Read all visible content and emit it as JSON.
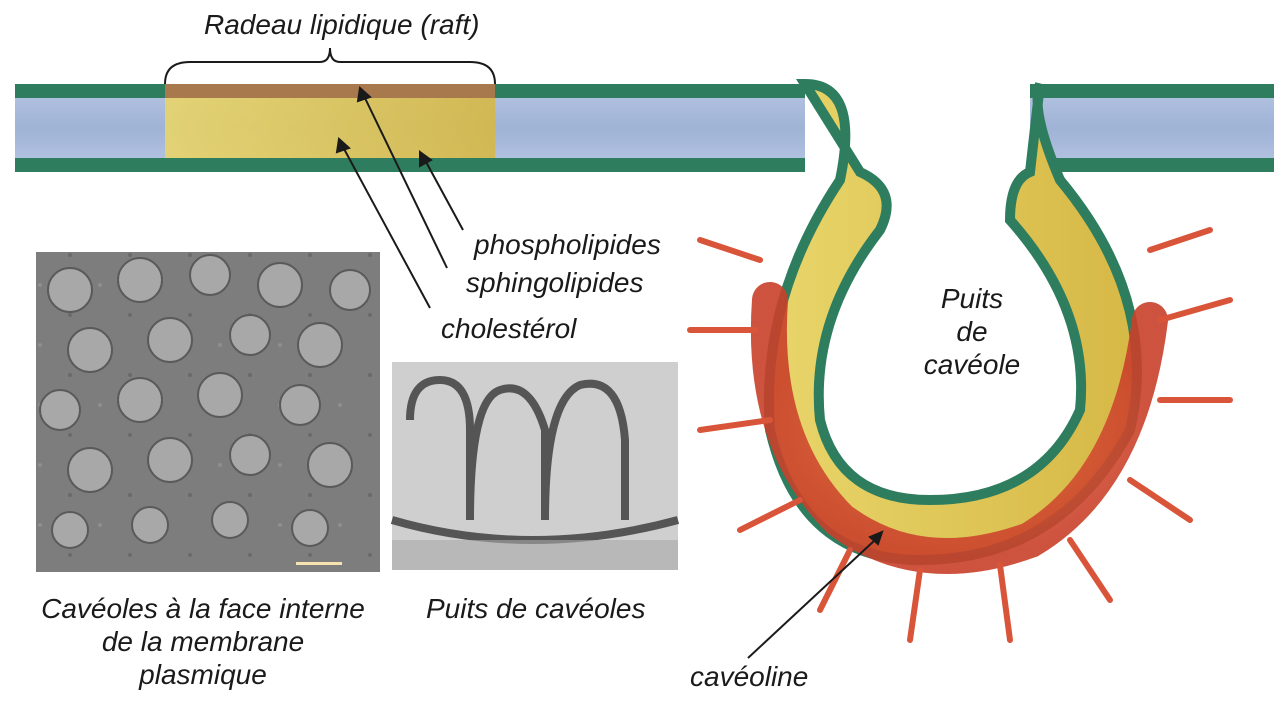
{
  "labels": {
    "raft": "Radeau lipidique (raft)",
    "phospholipids": "phospholipides",
    "sphingolipids": "sphingolipides",
    "cholesterol": "cholestérol",
    "pit_line1": "Puits",
    "pit_line2": "de",
    "pit_line3": "cavéole",
    "caveolin": "cavéoline"
  },
  "captions": {
    "micrograph_left_line1": "Cavéoles à la face interne",
    "micrograph_left_line2": "de la membrane",
    "micrograph_left_line3": "plasmique",
    "micrograph_right": "Puits de cavéoles"
  },
  "colors": {
    "headgroup": "#2e7d5e",
    "tail": "#9aa7c9",
    "raft_tail": "#d8c55a",
    "raft_head": "#c8784a",
    "caveolin": "#e0512e",
    "micrograph_bg": "#7c7c7c",
    "tem_bg": "#cfcfcf"
  }
}
